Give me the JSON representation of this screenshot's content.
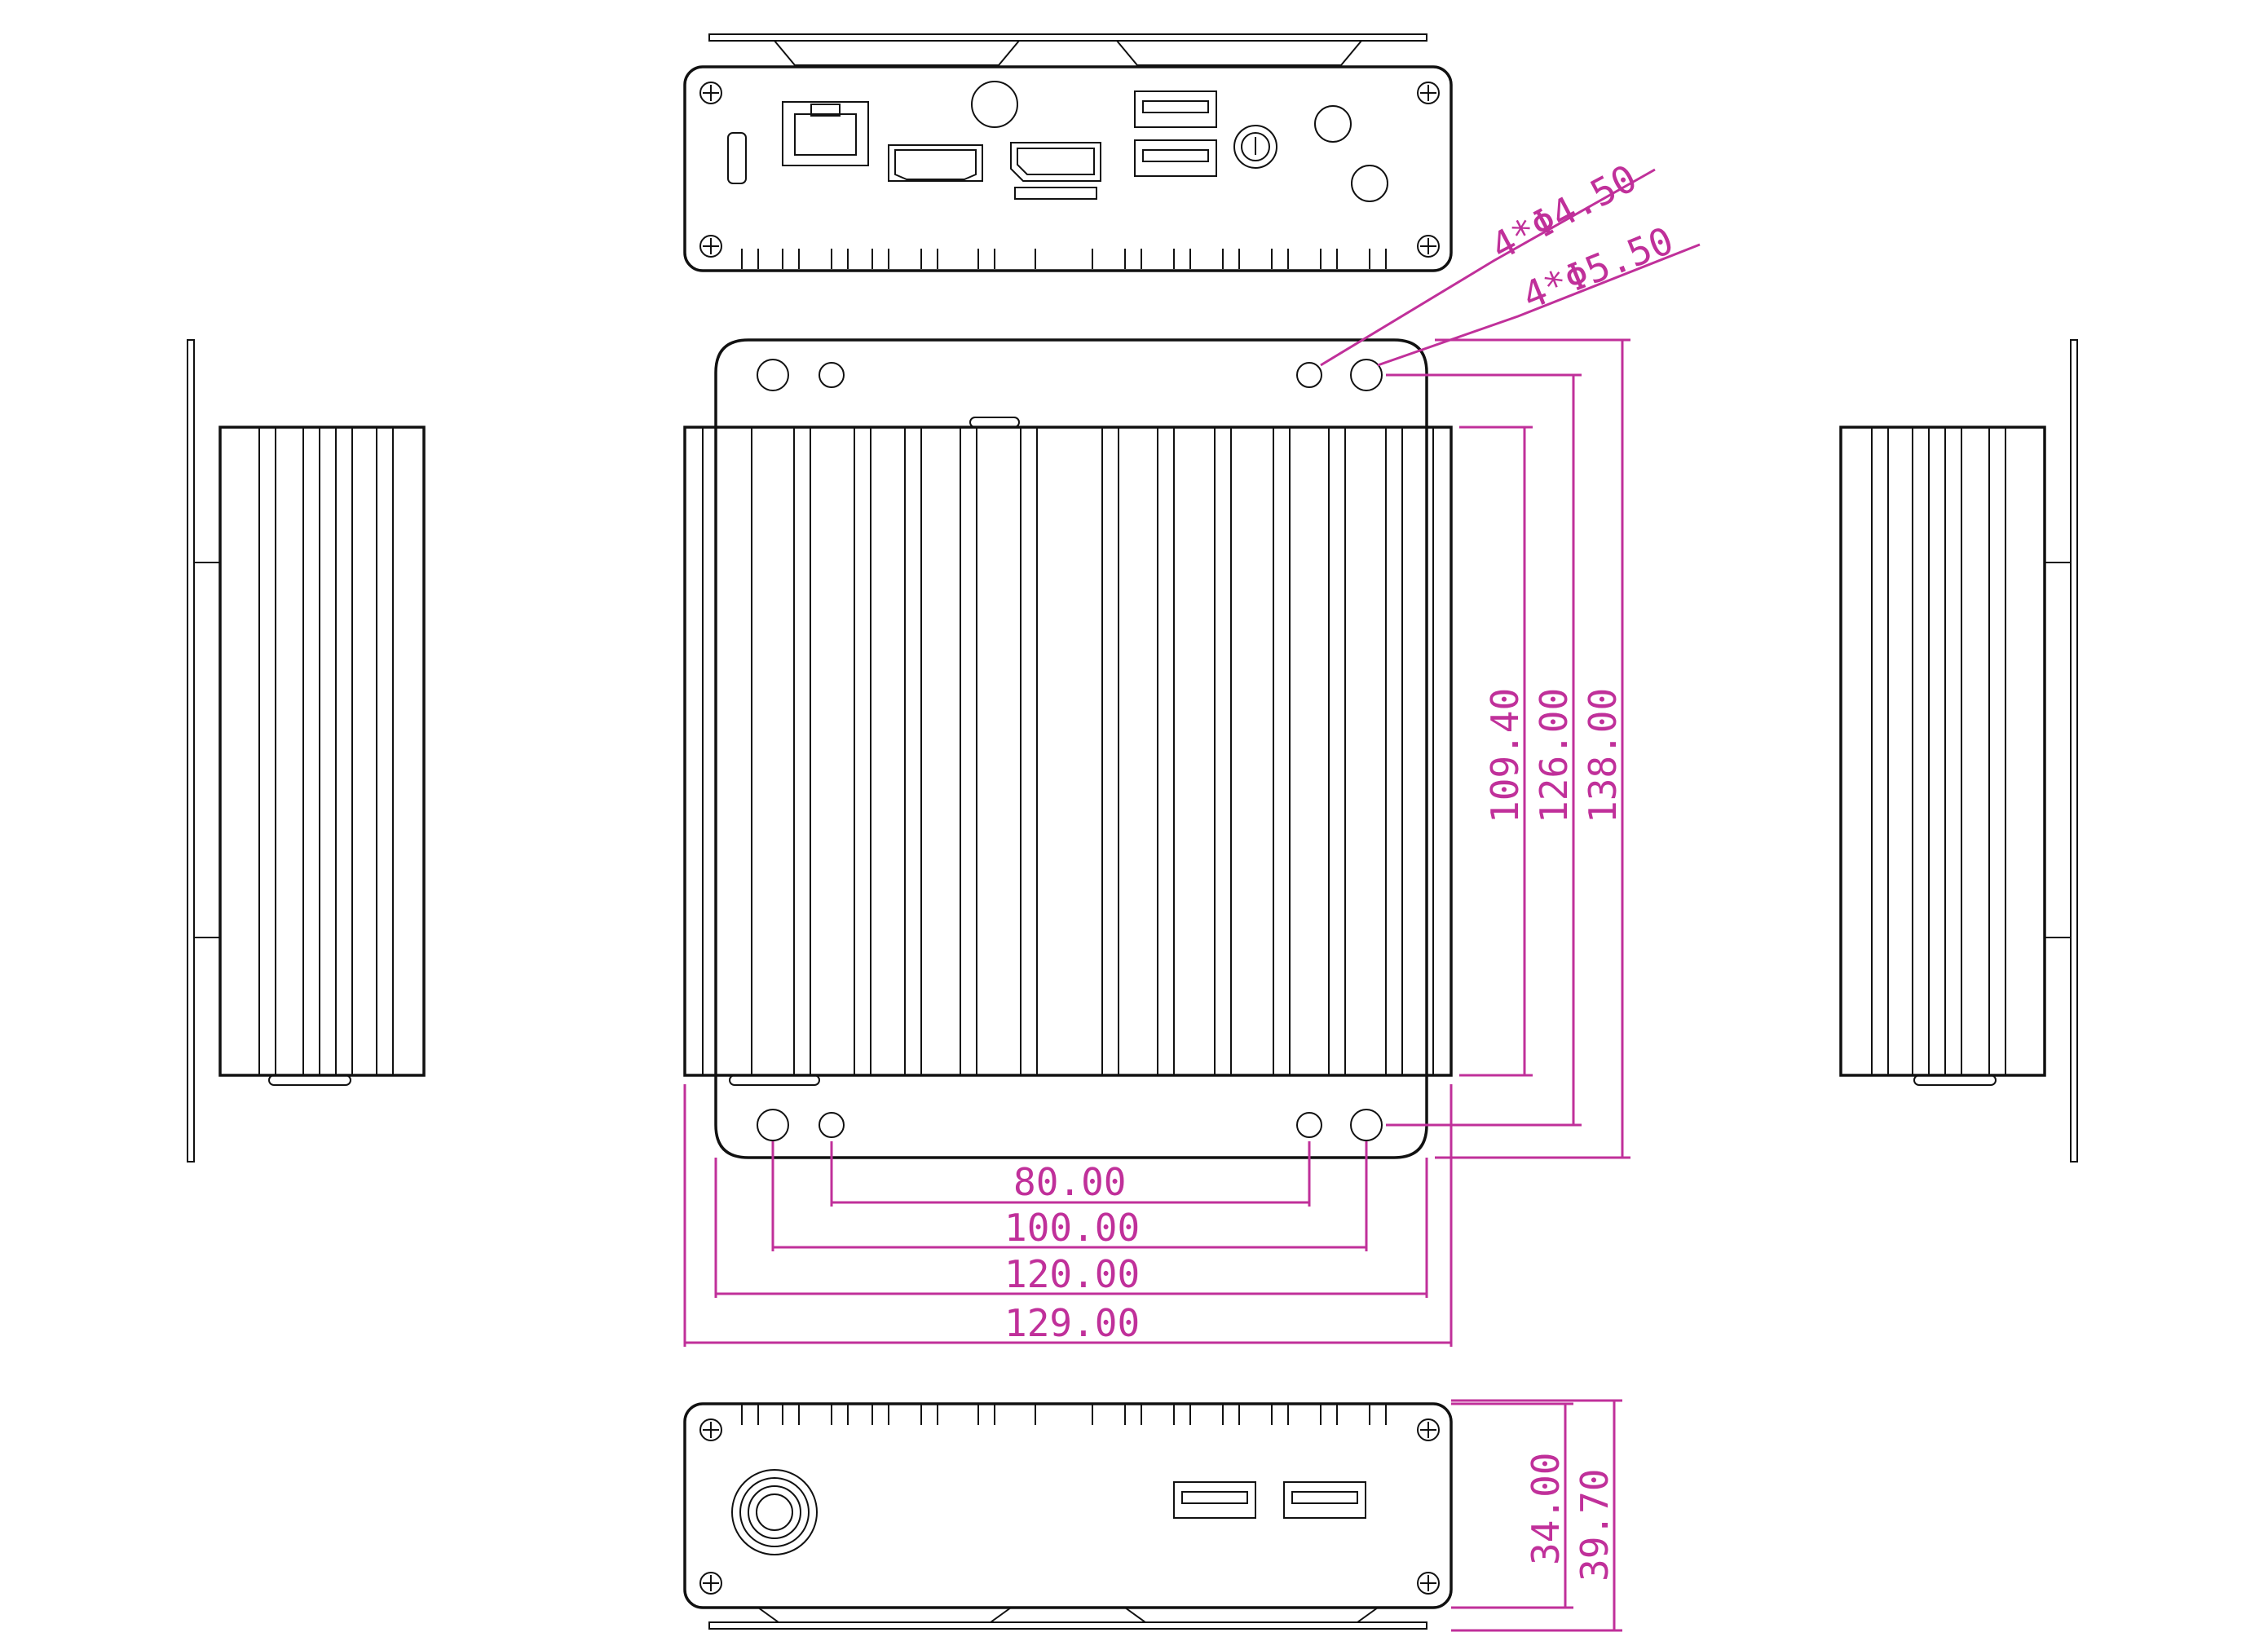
{
  "dimensions": {
    "hole_small": "4*Φ4.50",
    "hole_large": "4*Φ5.50",
    "height_fins": "109.40",
    "height_holes": "126.00",
    "height_total": "138.00",
    "width_holes_inner": "80.00",
    "width_holes_outer": "100.00",
    "width_plate": "120.00",
    "width_total": "129.00",
    "depth_body": "34.00",
    "depth_total": "39.70"
  },
  "colors": {
    "line": "#111111",
    "dimension": "#c0309a",
    "background": "#ffffff"
  }
}
